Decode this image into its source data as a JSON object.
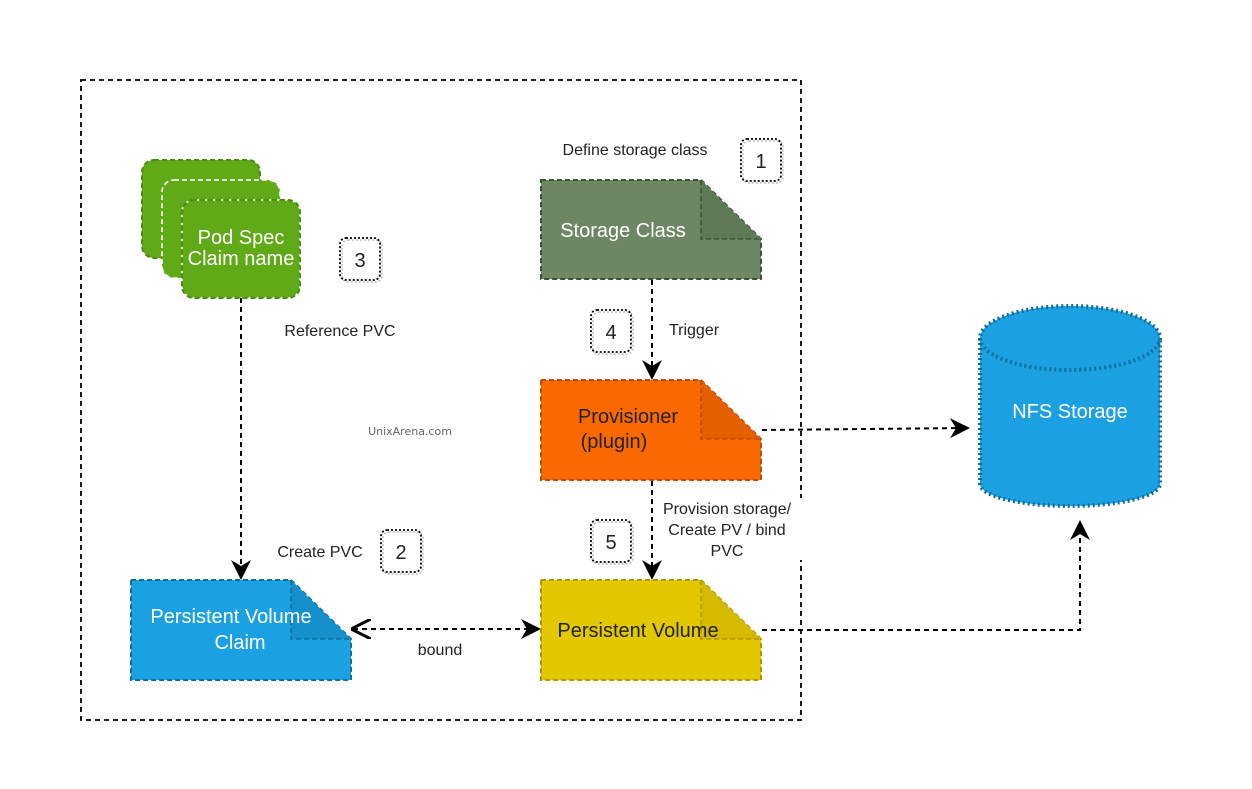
{
  "diagram": {
    "watermark": "UnixArena.com",
    "nodes": {
      "pod_spec": {
        "line1": "Pod Spec",
        "line2": "Claim name",
        "color": "#60a917"
      },
      "storage_class": {
        "label": "Storage Class",
        "color": "#6d8764"
      },
      "provisioner": {
        "line1": "Provisioner",
        "line2": "(plugin)",
        "color": "#fa6800"
      },
      "pvc": {
        "line1": "Persistent Volume",
        "line2": "Claim",
        "color": "#1ba1e2"
      },
      "pv": {
        "label": "Persistent Volume",
        "color": "#e3c800"
      },
      "nfs": {
        "label": "NFS Storage",
        "color": "#1ba1e2"
      }
    },
    "steps": {
      "s1": {
        "number": "1",
        "label": "Define storage class"
      },
      "s2": {
        "number": "2",
        "label": "Create PVC"
      },
      "s3": {
        "number": "3",
        "label": "Reference PVC"
      },
      "s4": {
        "number": "4",
        "label": "Trigger"
      },
      "s5": {
        "number": "5",
        "line1": "Provision storage/",
        "line2": "Create PV / bind",
        "line3": "PVC"
      }
    },
    "edges": {
      "bound": "bound"
    }
  }
}
